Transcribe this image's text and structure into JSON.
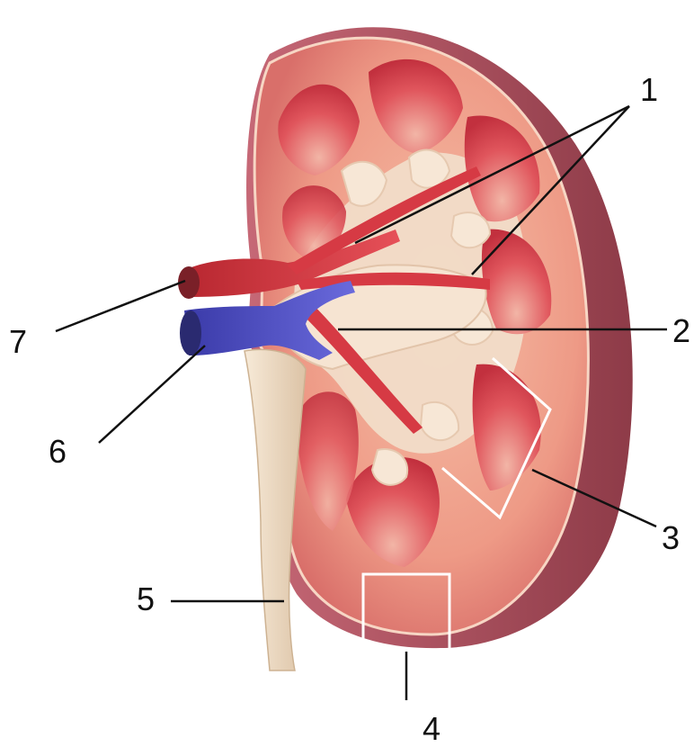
{
  "labels": [
    {
      "id": "label-1",
      "text": "1"
    },
    {
      "id": "label-2",
      "text": "2"
    },
    {
      "id": "label-3",
      "text": "3"
    },
    {
      "id": "label-4",
      "text": "4"
    },
    {
      "id": "label-5",
      "text": "5"
    },
    {
      "id": "label-6",
      "text": "6"
    },
    {
      "id": "label-7",
      "text": "7"
    }
  ],
  "colors": {
    "capsule": "#b8566a",
    "cortex": "#f2a58e",
    "pyramid": "#d9444f",
    "pelvis": "#f3dcc6",
    "artery": "#d7333d",
    "vein": "#4f4fc8",
    "ureter": "#ead8c2",
    "leader": "#111111"
  }
}
